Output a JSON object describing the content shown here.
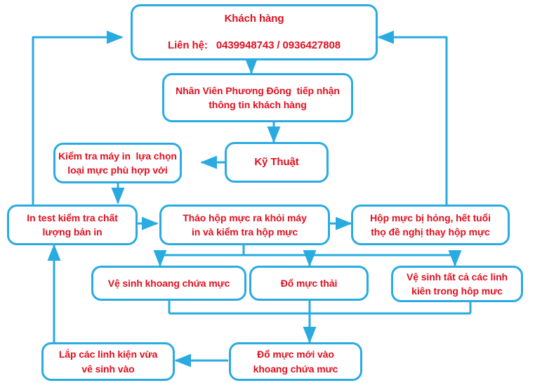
{
  "diagram": {
    "title": "Quy trinh dich vu nap muc may in",
    "colors": {
      "border": "#29abe2",
      "text": "#e01020",
      "background": "#ffffff"
    },
    "nodes": [
      {
        "id": "khach-hang",
        "line1": "Khách hàng",
        "line2": "Liên hệ:   0439948743 / 0936427808"
      },
      {
        "id": "nhan-vien",
        "line1": "Nhân Viên Phương Đông  tiếp nhận",
        "line2": "thông tin khách hàng"
      },
      {
        "id": "ky-thuat",
        "line1": "Kỹ Thuật",
        "line2": ""
      },
      {
        "id": "kiem-tra-may-in",
        "line1": "Kiểm tra máy in  lựa chọn",
        "line2": "loại mực phù hợp với"
      },
      {
        "id": "in-test",
        "line1": "In test kiểm tra chất",
        "line2": "lượng bản in"
      },
      {
        "id": "thao-hop-muc",
        "line1": "Tháo hộp mực ra khỏi máy",
        "line2": "in và kiểm tra hộp mực"
      },
      {
        "id": "hop-muc-hong",
        "line1": "Hộp mực bị hỏng, hết tuổi",
        "line2": "thọ đề nghị thay hộp mực"
      },
      {
        "id": "ve-sinh-khoang",
        "line1": "Vệ sinh khoang chứa mực",
        "line2": ""
      },
      {
        "id": "do-muc-thai",
        "line1": "Đổ mực thải",
        "line2": ""
      },
      {
        "id": "ve-sinh-linh-kien",
        "line1": "Vệ sinh tất cả các linh",
        "line2": "kiên trong hôp mưc"
      },
      {
        "id": "lap-linh-kien",
        "line1": "Lắp các linh kiện vừa",
        "line2": "vê sinh vào"
      },
      {
        "id": "do-muc-moi",
        "line1": "Đổ mực mới vào",
        "line2": "khoang chứa mưc"
      }
    ]
  }
}
